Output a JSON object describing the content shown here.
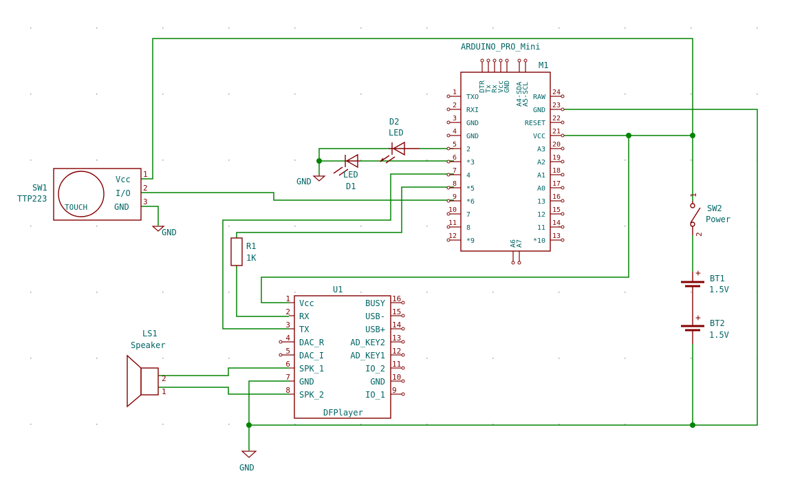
{
  "arduino": {
    "name": "ARDUINO_PRO_Mini",
    "ref": "M1",
    "top_pins": [
      "DTR",
      "Tx",
      "Rx",
      "Vcc",
      "GND"
    ],
    "top_right_pins": [
      "A4-SDA",
      "A5-SCL"
    ],
    "bottom_pins": [
      "A6",
      "A7"
    ],
    "left_pins": [
      {
        "num": "1",
        "name": "TXO"
      },
      {
        "num": "2",
        "name": "RXI"
      },
      {
        "num": "3",
        "name": "GND"
      },
      {
        "num": "4",
        "name": "GND"
      },
      {
        "num": "5",
        "name": "2"
      },
      {
        "num": "6",
        "name": "*3"
      },
      {
        "num": "7",
        "name": "4"
      },
      {
        "num": "8",
        "name": "*5"
      },
      {
        "num": "9",
        "name": "*6"
      },
      {
        "num": "10",
        "name": "7"
      },
      {
        "num": "11",
        "name": "8"
      },
      {
        "num": "12",
        "name": "*9"
      }
    ],
    "right_pins": [
      {
        "num": "24",
        "name": "RAW"
      },
      {
        "num": "23",
        "name": "GND"
      },
      {
        "num": "22",
        "name": "RESET"
      },
      {
        "num": "21",
        "name": "VCC"
      },
      {
        "num": "20",
        "name": "A3"
      },
      {
        "num": "19",
        "name": "A2"
      },
      {
        "num": "18",
        "name": "A1"
      },
      {
        "num": "17",
        "name": "A0"
      },
      {
        "num": "16",
        "name": "13"
      },
      {
        "num": "15",
        "name": "12"
      },
      {
        "num": "14",
        "name": "11"
      },
      {
        "num": "13",
        "name": "*10"
      }
    ]
  },
  "dfplayer": {
    "ref": "U1",
    "name": "DFPlayer",
    "left_pins": [
      {
        "num": "1",
        "name": "Vcc"
      },
      {
        "num": "2",
        "name": "RX"
      },
      {
        "num": "3",
        "name": "TX"
      },
      {
        "num": "4",
        "name": "DAC_R"
      },
      {
        "num": "5",
        "name": "DAC_I"
      },
      {
        "num": "6",
        "name": "SPK_1"
      },
      {
        "num": "7",
        "name": "GND"
      },
      {
        "num": "8",
        "name": "SPK_2"
      }
    ],
    "right_pins": [
      {
        "num": "16",
        "name": "BUSY"
      },
      {
        "num": "15",
        "name": "USB-"
      },
      {
        "num": "14",
        "name": "USB+"
      },
      {
        "num": "13",
        "name": "AD_KEY2"
      },
      {
        "num": "12",
        "name": "AD_KEY1"
      },
      {
        "num": "11",
        "name": "IO_2"
      },
      {
        "num": "10",
        "name": "GND"
      },
      {
        "num": "9",
        "name": "IO_1"
      }
    ]
  },
  "touch": {
    "ref": "SW1",
    "value": "TTP223",
    "label": "TOUCH",
    "pins": [
      {
        "num": "1",
        "name": "Vcc"
      },
      {
        "num": "2",
        "name": "I/O"
      },
      {
        "num": "3",
        "name": "GND"
      }
    ]
  },
  "d2": {
    "ref": "D2",
    "value": "LED"
  },
  "d1": {
    "ref": "D1",
    "value": "LED"
  },
  "r1": {
    "ref": "R1",
    "value": "1K"
  },
  "sw2": {
    "ref": "SW2",
    "value": "Power",
    "pin1": "1",
    "pin2": "2"
  },
  "bt1": {
    "ref": "BT1",
    "value": "1.5V"
  },
  "bt2": {
    "ref": "BT2",
    "value": "1.5V"
  },
  "ls1": {
    "ref": "LS1",
    "value": "Speaker",
    "pin2": "2",
    "pin1": "1"
  },
  "gnd": {
    "label": "GND"
  }
}
